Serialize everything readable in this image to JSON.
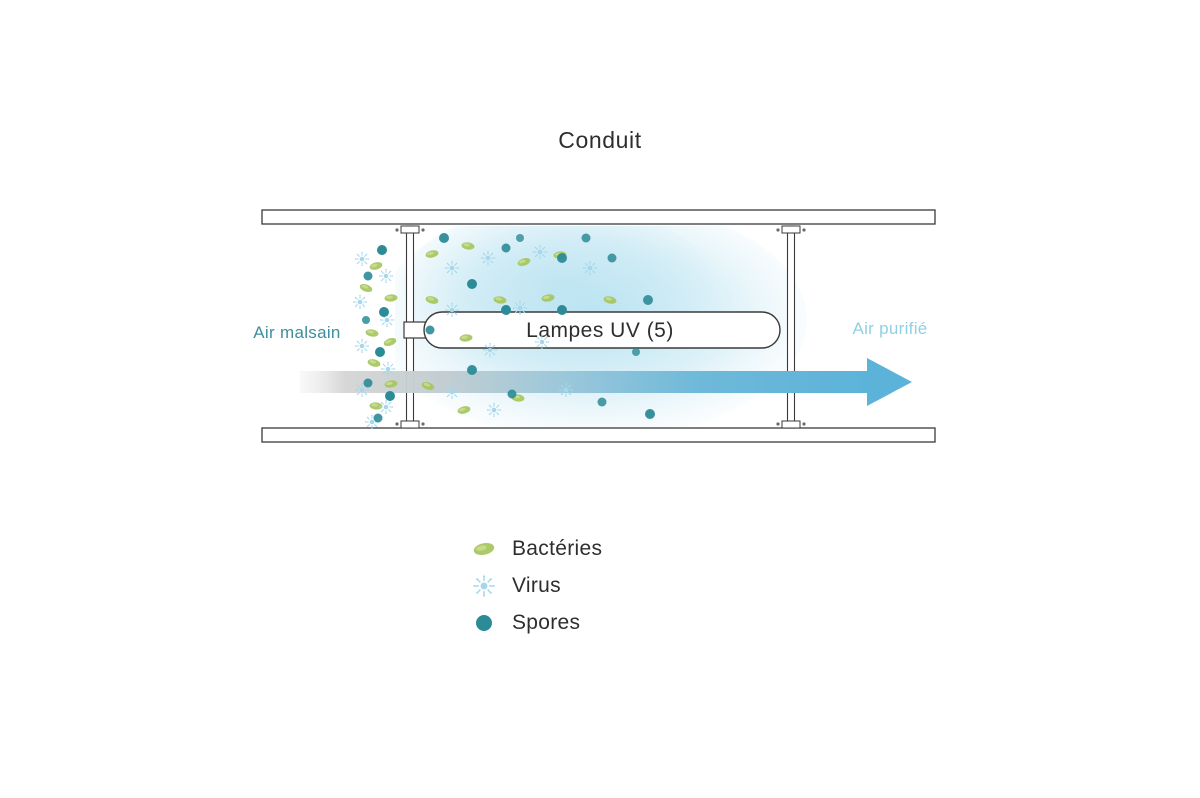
{
  "title": "Conduit",
  "diagram": {
    "lamp_label": "Lampes UV (5)",
    "left_label": "Air malsain",
    "right_label": "Air purifié"
  },
  "legend": {
    "items": [
      {
        "icon": "bacteria-icon",
        "label": "Bactéries",
        "color": "#a5c65c"
      },
      {
        "icon": "virus-icon",
        "label": "Virus",
        "color": "#a4d7ea"
      },
      {
        "icon": "spore-icon",
        "label": "Spores",
        "color": "#2b8b97"
      }
    ]
  },
  "colors": {
    "text_dark": "#2e2e2e",
    "outline": "#3a3a3a",
    "label_teal": "#3d8f9b",
    "label_light_blue": "#8fd0e4",
    "arrow_blue": "#5cb3d9",
    "arrow_gray": "#cfcfcf",
    "glow_blue": "#b7e2f1",
    "bacteria_green": "#a5c65c",
    "bacteria_light": "#cbdd95",
    "virus_blue": "#a4d7ea",
    "spore_teal": "#2b8b97"
  }
}
